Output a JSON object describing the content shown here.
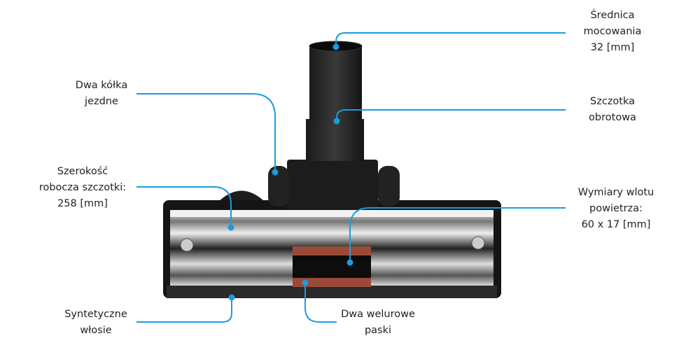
{
  "colors": {
    "accent": "#1a9cdc",
    "text": "#222222"
  },
  "callouts": {
    "diameter": {
      "lines": [
        "Średnica",
        "mocowania",
        "32 [mm]"
      ]
    },
    "rotating_brush": {
      "lines": [
        "Szczotka",
        "obrotowa"
      ]
    },
    "air_inlet": {
      "lines": [
        "Wymiary wlotu",
        "powietrza:",
        "60 x 17 [mm]"
      ]
    },
    "wheels": {
      "lines": [
        "Dwa kółka",
        "jezdne"
      ]
    },
    "width": {
      "lines": [
        "Szerokość",
        "robocza szczotki:",
        "258 [mm]"
      ]
    },
    "bristles": {
      "lines": [
        "Syntetyczne",
        "włosie"
      ]
    },
    "velour": {
      "lines": [
        "Dwa welurowe",
        "paski"
      ]
    }
  }
}
